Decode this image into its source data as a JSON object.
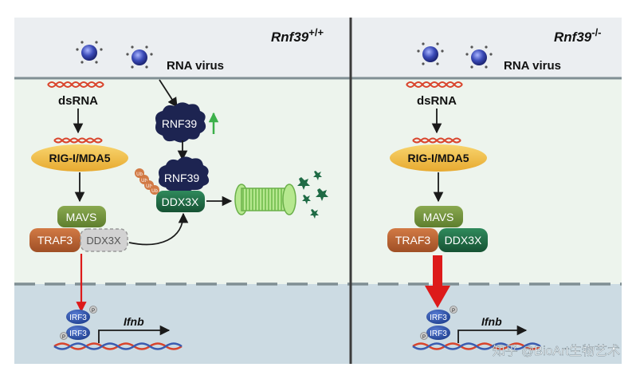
{
  "panels": {
    "left": {
      "genotype": "Rnf39",
      "genotype_sup": "+/+",
      "virus_label": "RNA virus",
      "dsrna_label": "dsRNA",
      "rigi_label": "RIG-I/MDA5",
      "rnf39_label": "RNF39",
      "rnf39_bound_label": "RNF39",
      "ub_labels": [
        "Ub",
        "Ub",
        "Ub",
        "Ub"
      ],
      "ddx3x_bound_label": "DDX3X",
      "mavs_label": "MAVS",
      "traf3_label": "TRAF3",
      "ddx3x_label": "DDX3X",
      "irf3_label_1": "IRF3",
      "irf3_label_2": "IRF3",
      "phospho_1": "P",
      "phospho_2": "P",
      "gene_label": "Ifnb"
    },
    "right": {
      "genotype": "Rnf39",
      "genotype_sup": "-/-",
      "virus_label": "RNA virus",
      "dsrna_label": "dsRNA",
      "rigi_label": "RIG-I/MDA5",
      "mavs_label": "MAVS",
      "traf3_label": "TRAF3",
      "ddx3x_label": "DDX3X",
      "irf3_label_1": "IRF3",
      "irf3_label_2": "IRF3",
      "phospho_1": "P",
      "phospho_2": "P",
      "gene_label": "Ifnb"
    }
  },
  "watermark": "知乎 @BioArt生物艺术",
  "colors": {
    "top_band": "#ebeef1",
    "cytoplasm": "#edf4ed",
    "nucleus": "#ccdbe3",
    "divider": "#3b3b3b",
    "membrane": "#808f94",
    "rigi": "#f1be45",
    "mavs": "#71913a",
    "traf3": "#bb6434",
    "ddx3x_green": "#1f6b45",
    "ddx3x_grey": "#c9c9c9",
    "rnf39": "#1d2451",
    "irf3": "#1e3f8f",
    "activation_arrow": "#dd1a1a",
    "upregulation_arrow": "#3cb04a",
    "proteasome": "#92d36a",
    "fragments": "#1f6b45",
    "virus": "#3b4bb8"
  }
}
